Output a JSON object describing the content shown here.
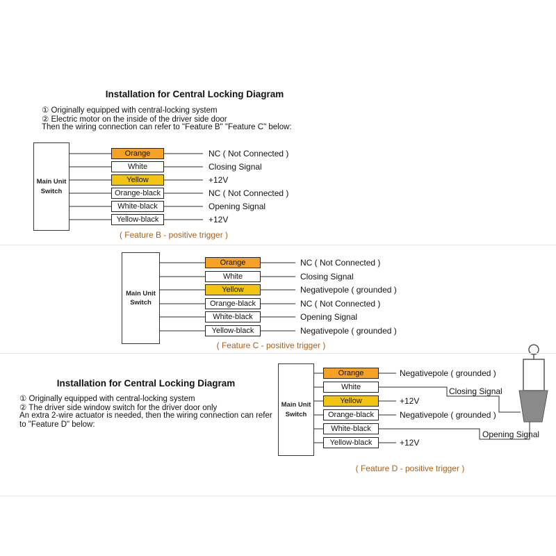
{
  "colors": {
    "orange_wire": "#F5A226",
    "yellow_wire": "#F2C514",
    "caption_text": "#A8601C",
    "line": "#2b2b2b",
    "background": "#ffffff"
  },
  "section_b": {
    "title": "Installation for Central Locking Diagram",
    "intro": [
      "① Originally equipped with central-locking system",
      "② Electric motor on the inside of the driver side door",
      "Then the wiring connection can refer to \"Feature B\" \"Feature C\" below:"
    ],
    "unit_label": "Main Unit Switch",
    "wires": [
      {
        "label": "Orange",
        "desc": "NC ( Not Connected )",
        "highlight": "orange"
      },
      {
        "label": "White",
        "desc": "Closing Signal",
        "highlight": "none"
      },
      {
        "label": "Yellow",
        "desc": "+12V",
        "highlight": "yellow"
      },
      {
        "label": "Orange-black",
        "desc": "NC ( Not Connected )",
        "highlight": "none"
      },
      {
        "label": "White-black",
        "desc": "Opening Signal",
        "highlight": "none"
      },
      {
        "label": "Yellow-black",
        "desc": "+12V",
        "highlight": "none"
      }
    ],
    "caption": "( Feature B - positive trigger )"
  },
  "section_c": {
    "unit_label": "Main Unit Switch",
    "wires": [
      {
        "label": "Orange",
        "desc": "NC ( Not Connected )",
        "highlight": "orange"
      },
      {
        "label": "White",
        "desc": "Closing Signal",
        "highlight": "none"
      },
      {
        "label": "Yellow",
        "desc": "Negativepole ( grounded )",
        "highlight": "yellow"
      },
      {
        "label": "Orange-black",
        "desc": "NC ( Not Connected )",
        "highlight": "none"
      },
      {
        "label": "White-black",
        "desc": "Opening Signal",
        "highlight": "none"
      },
      {
        "label": "Yellow-black",
        "desc": "Negativepole ( grounded )",
        "highlight": "none"
      }
    ],
    "caption": "( Feature C - positive trigger )"
  },
  "section_d": {
    "title": "Installation for Central Locking Diagram",
    "intro": [
      "① Originally equipped with central-locking system",
      "② The driver side window switch for the driver door only",
      "An extra 2-wire actuator is needed, then the wiring connection can refer",
      "to \"Feature D\" below:"
    ],
    "unit_label": "Main Unit Switch",
    "wires": [
      {
        "label": "Orange",
        "desc": "Negativepole ( grounded )",
        "highlight": "orange"
      },
      {
        "label": "White",
        "desc": "",
        "highlight": "none"
      },
      {
        "label": "Yellow",
        "desc": "+12V",
        "highlight": "yellow"
      },
      {
        "label": "Orange-black",
        "desc": "Negativepole ( grounded )",
        "highlight": "none"
      },
      {
        "label": "White-black",
        "desc": "",
        "highlight": "none"
      },
      {
        "label": "Yellow-black",
        "desc": "+12V",
        "highlight": "none"
      }
    ],
    "signals": {
      "closing": "Closing Signal",
      "opening": "Opening Signal"
    },
    "caption": "( Feature D - positive trigger )"
  }
}
